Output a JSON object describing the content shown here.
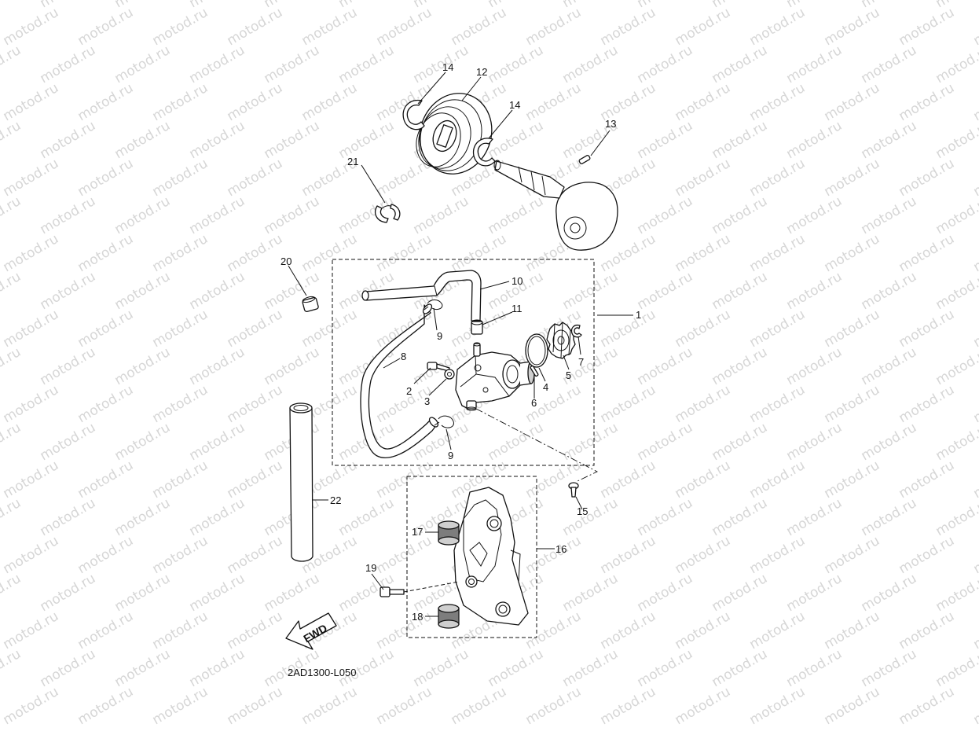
{
  "watermark": "motod.ru",
  "diagram_code": "2AD1300-L050",
  "fwd_label": "FWD",
  "callouts": {
    "c1": "1",
    "c2": "2",
    "c3": "3",
    "c4": "4",
    "c5": "5",
    "c6": "6",
    "c7": "7",
    "c8": "8",
    "c9a": "9",
    "c9b": "9",
    "c10": "10",
    "c11": "11",
    "c12": "12",
    "c13": "13",
    "c14a": "14",
    "c14b": "14",
    "c15": "15",
    "c16": "16",
    "c17": "17",
    "c18": "18",
    "c19": "19",
    "c20": "20",
    "c21": "21",
    "c22": "22"
  }
}
